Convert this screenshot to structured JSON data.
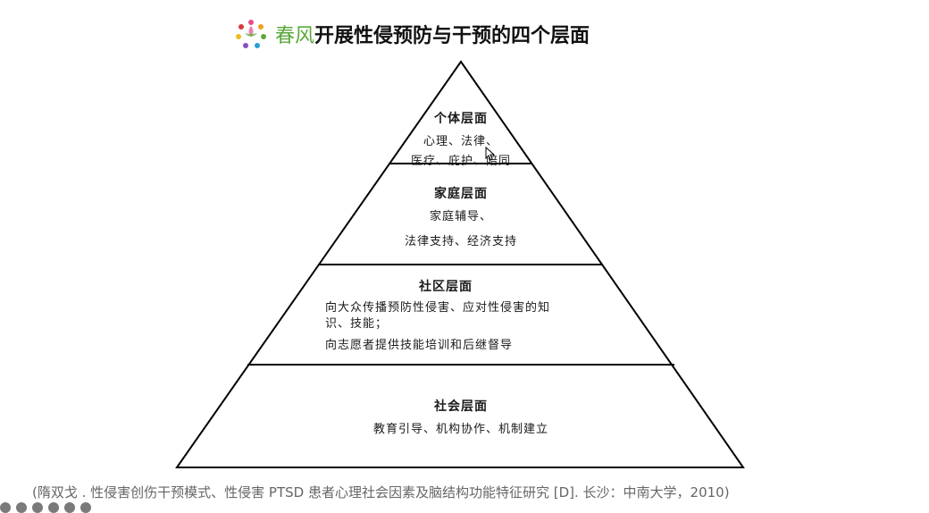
{
  "title": {
    "brand": "春风",
    "main": "开展性侵预防与干预的四个层面",
    "logo_icon": "flower-logo-icon"
  },
  "pyramid": {
    "layers": [
      {
        "id": "individual",
        "title": "个体层面",
        "lines": [
          "心理、法律、",
          "医疗、庇护、陪同"
        ]
      },
      {
        "id": "family",
        "title": "家庭层面",
        "lines": [
          "家庭辅导、",
          "法律支持、经济支持"
        ]
      },
      {
        "id": "community",
        "title": "社区层面",
        "lines": [
          "向大众传播预防性侵害、应对性侵害的知",
          "识、技能；",
          "向志愿者提供技能培训和后继督导"
        ]
      },
      {
        "id": "society",
        "title": "社会层面",
        "lines": [
          "教育引导、机构协作、机制建立"
        ]
      }
    ],
    "stroke_color": "#000000"
  },
  "citation": "(隋双戈 . 性侵害创伤干预模式、性侵害 PTSD 患者心理社会因素及脑结构功能特征研究 [D]. 长沙：中南大学，2010)",
  "colors": {
    "brand_green": "#5aa83a",
    "citation_gray": "#666666"
  }
}
